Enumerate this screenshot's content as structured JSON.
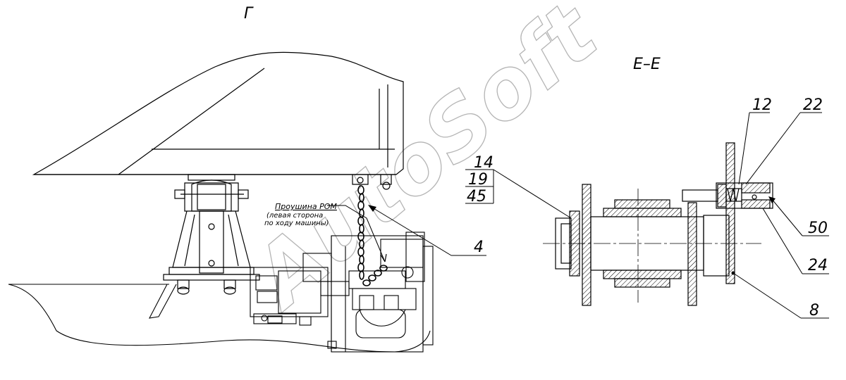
{
  "views": {
    "left_title": "Г",
    "right_title": "Е–Е"
  },
  "note": {
    "title": "Проушина РОМ",
    "line1": "(левая сторона",
    "line2": "по ходу машины)"
  },
  "callouts": {
    "stack": [
      "14",
      "19",
      "45"
    ],
    "chain": "4",
    "c12": "12",
    "c22": "22",
    "c50": "50",
    "c24": "24",
    "c8": "8"
  },
  "watermark": "AutoSoft",
  "colors": {
    "line": "#000000",
    "watermark": "#b5b5b5"
  }
}
